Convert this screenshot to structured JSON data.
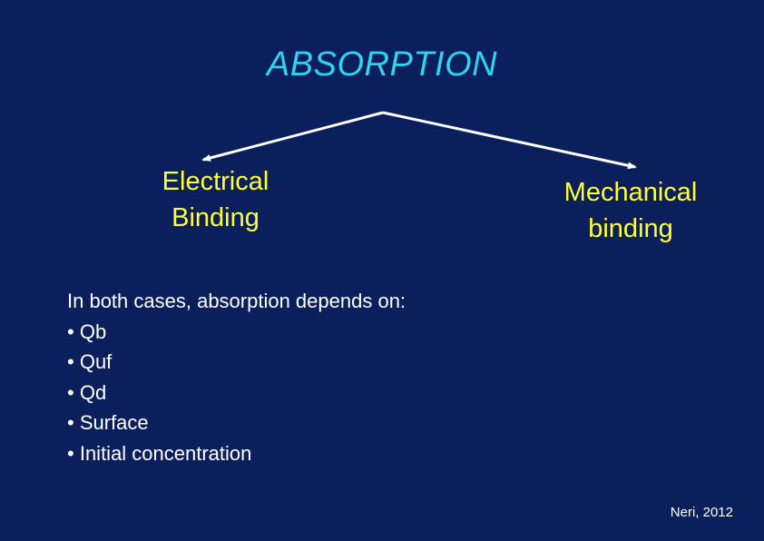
{
  "title": "ABSORPTION",
  "branches": {
    "left": [
      "Electrical",
      "Binding"
    ],
    "right": [
      "Mechanical",
      "binding"
    ]
  },
  "body": {
    "intro": "In both cases, absorption depends on:",
    "bullets": [
      "Qb",
      "Quf",
      "Qd",
      "Surface",
      "Initial concentration"
    ]
  },
  "credit": "Neri, 2012",
  "colors": {
    "background": "#0a1f5c",
    "title": "#2fd3f0",
    "branch_text": "#ffff33",
    "body_text": "#ffffff",
    "arrow": "#ffffff"
  }
}
